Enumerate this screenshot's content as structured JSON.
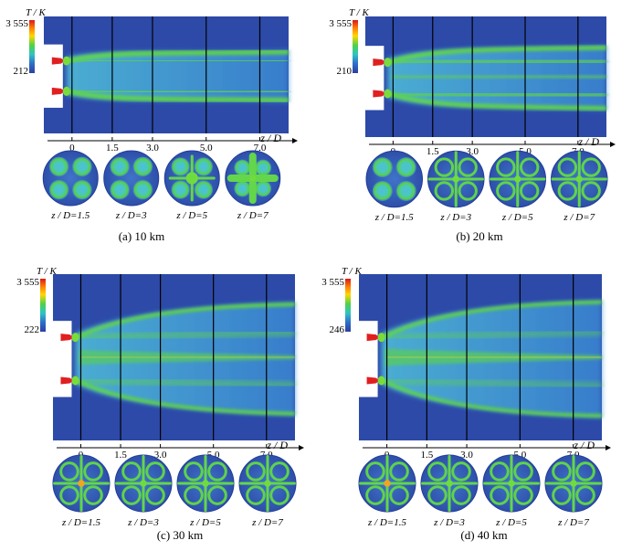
{
  "colorbar": {
    "title": "T / K",
    "max_label": "3 555",
    "gradient": [
      "#d7191c",
      "#ff7f00",
      "#ffd700",
      "#4cd24a",
      "#2ec4c4",
      "#2f5fbf",
      "#2b3fa0"
    ]
  },
  "axis": {
    "ticks": [
      "0",
      "1.5",
      "3.0",
      "5.0",
      "7.0"
    ],
    "tick_values": [
      0,
      1.5,
      3.0,
      5.0,
      7.0
    ],
    "label": "z / D"
  },
  "cross_section_labels": [
    "z / D=1.5",
    "z / D=3",
    "z / D=5",
    "z / D=7"
  ],
  "panels": [
    {
      "id": "a",
      "caption": "(a) 10 km",
      "min_label": "212",
      "spread": 0.05,
      "core": 0.0,
      "section_style": [
        "quad",
        "quad",
        "quad-core",
        "cross"
      ]
    },
    {
      "id": "b",
      "caption": "(b) 20 km",
      "min_label": "210",
      "spread": 0.22,
      "core": 0.15,
      "section_style": [
        "quad",
        "ring-cross",
        "ring-cross",
        "ring-cross"
      ]
    },
    {
      "id": "c",
      "caption": "(c) 30 km",
      "min_label": "222",
      "spread": 0.5,
      "core": 0.6,
      "section_style": [
        "ring-cross",
        "ring-cross",
        "ring-cross",
        "ring-cross"
      ]
    },
    {
      "id": "d",
      "caption": "(d) 40 km",
      "min_label": "246",
      "spread": 0.55,
      "core": 0.7,
      "section_style": [
        "ring-cross",
        "ring-cross",
        "ring-cross",
        "ring-cross"
      ]
    }
  ]
}
